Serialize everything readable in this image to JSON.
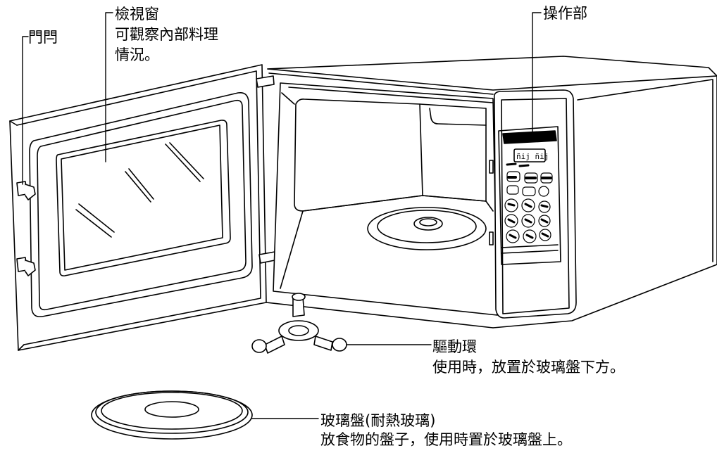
{
  "labels": {
    "latch": {
      "title": "門閂"
    },
    "window": {
      "title": "檢視窗",
      "desc_line1": "可觀察內部料理",
      "desc_line2": "情況。"
    },
    "controls": {
      "title": "操作部"
    },
    "roller": {
      "title": "驅動環",
      "desc": "使用時，放置於玻璃盤下方。"
    },
    "tray": {
      "title": "玻璃盤(耐熱玻璃)",
      "desc": "放食物的盤子，使用時置於玻璃盤上。"
    }
  },
  "panel": {
    "display_text": "ñij ñij",
    "colon": ":"
  }
}
